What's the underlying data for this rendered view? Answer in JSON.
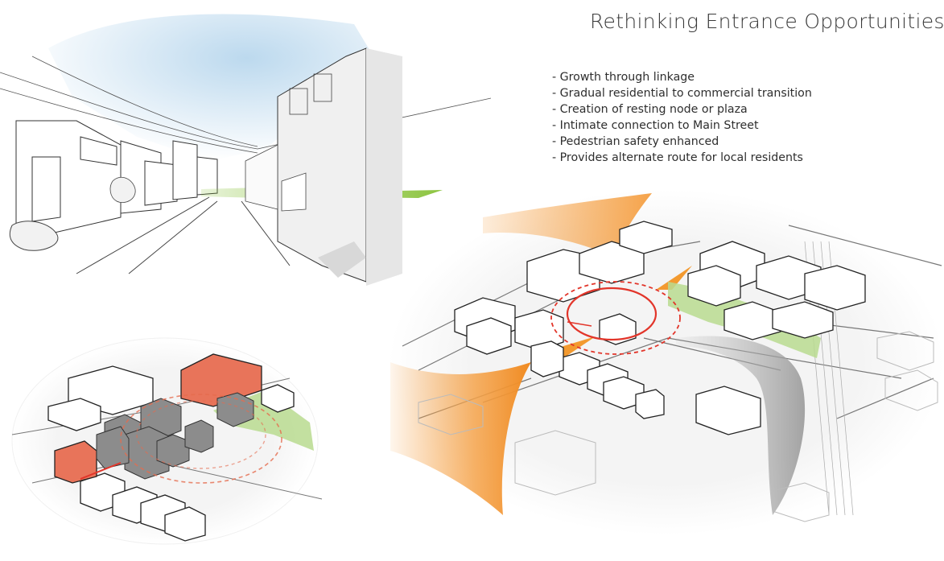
{
  "title": "Rethinking Entrance Opportunities",
  "bullets": [
    "- Growth through linkage",
    "- Gradual residential to commercial transition",
    "- Creation of resting node or plaza",
    "- Intimate connection to Main Street",
    "- Pedestrian safety enhanced",
    "- Provides alternate route for local residents"
  ],
  "colors": {
    "sky": "#bcd9ee",
    "grass": "#8cc43f",
    "accent_orange": "#f5a34a",
    "accent_red": "#e2352a",
    "building_gray": "#8c8c8c",
    "facade_coral": "#e8745a"
  }
}
